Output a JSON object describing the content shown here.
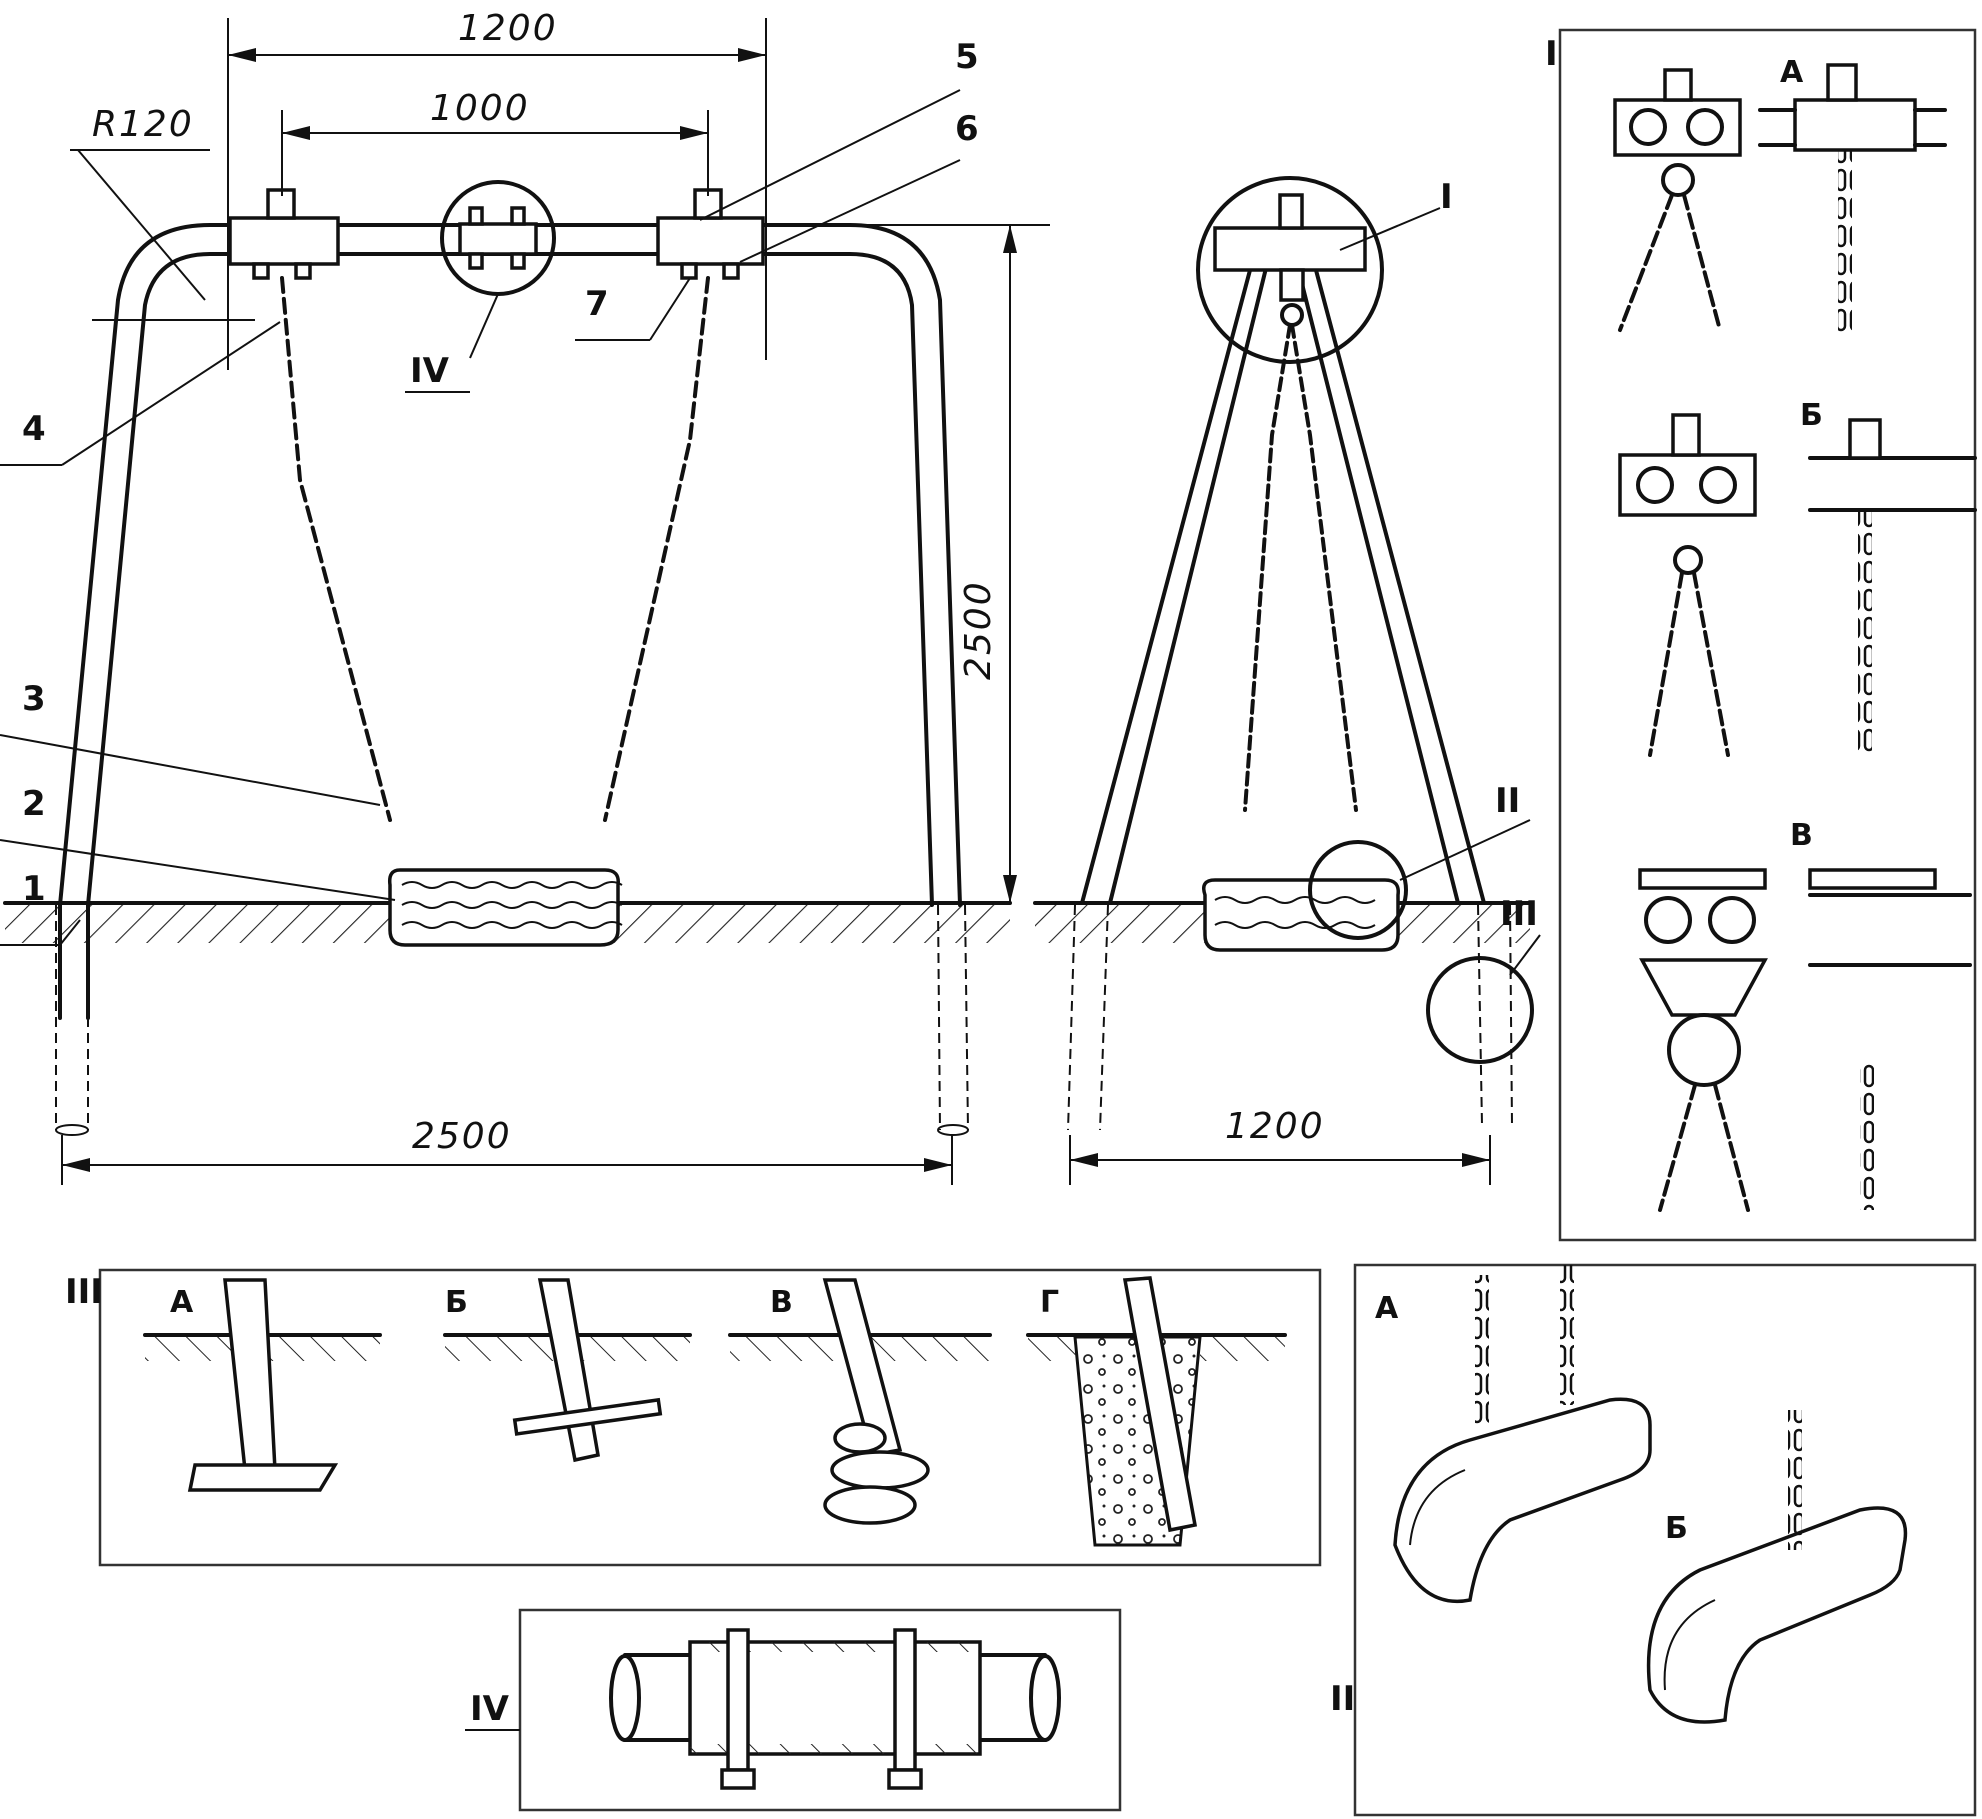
{
  "dimensions": {
    "frame_span": "1200",
    "hook_spacing": "1000",
    "bend_radius": "R120",
    "height": "2500",
    "base_width": "2500",
    "side_base_width": "1200"
  },
  "callouts": [
    "1",
    "2",
    "3",
    "4",
    "5",
    "6",
    "7"
  ],
  "detail_marks": {
    "d1": "I",
    "d2": "II",
    "d3": "III",
    "d4": "IV"
  },
  "panel_I": {
    "label": "I",
    "variants": [
      "А",
      "Б",
      "В"
    ]
  },
  "panel_III": {
    "label": "III",
    "variants": [
      "А",
      "Б",
      "В",
      "Г"
    ]
  },
  "panel_II": {
    "label": "II",
    "variants": [
      "А",
      "Б"
    ]
  },
  "panel_IV": {
    "label": "IV"
  },
  "colors": {
    "ink": "#111111",
    "paper": "#ffffff"
  }
}
